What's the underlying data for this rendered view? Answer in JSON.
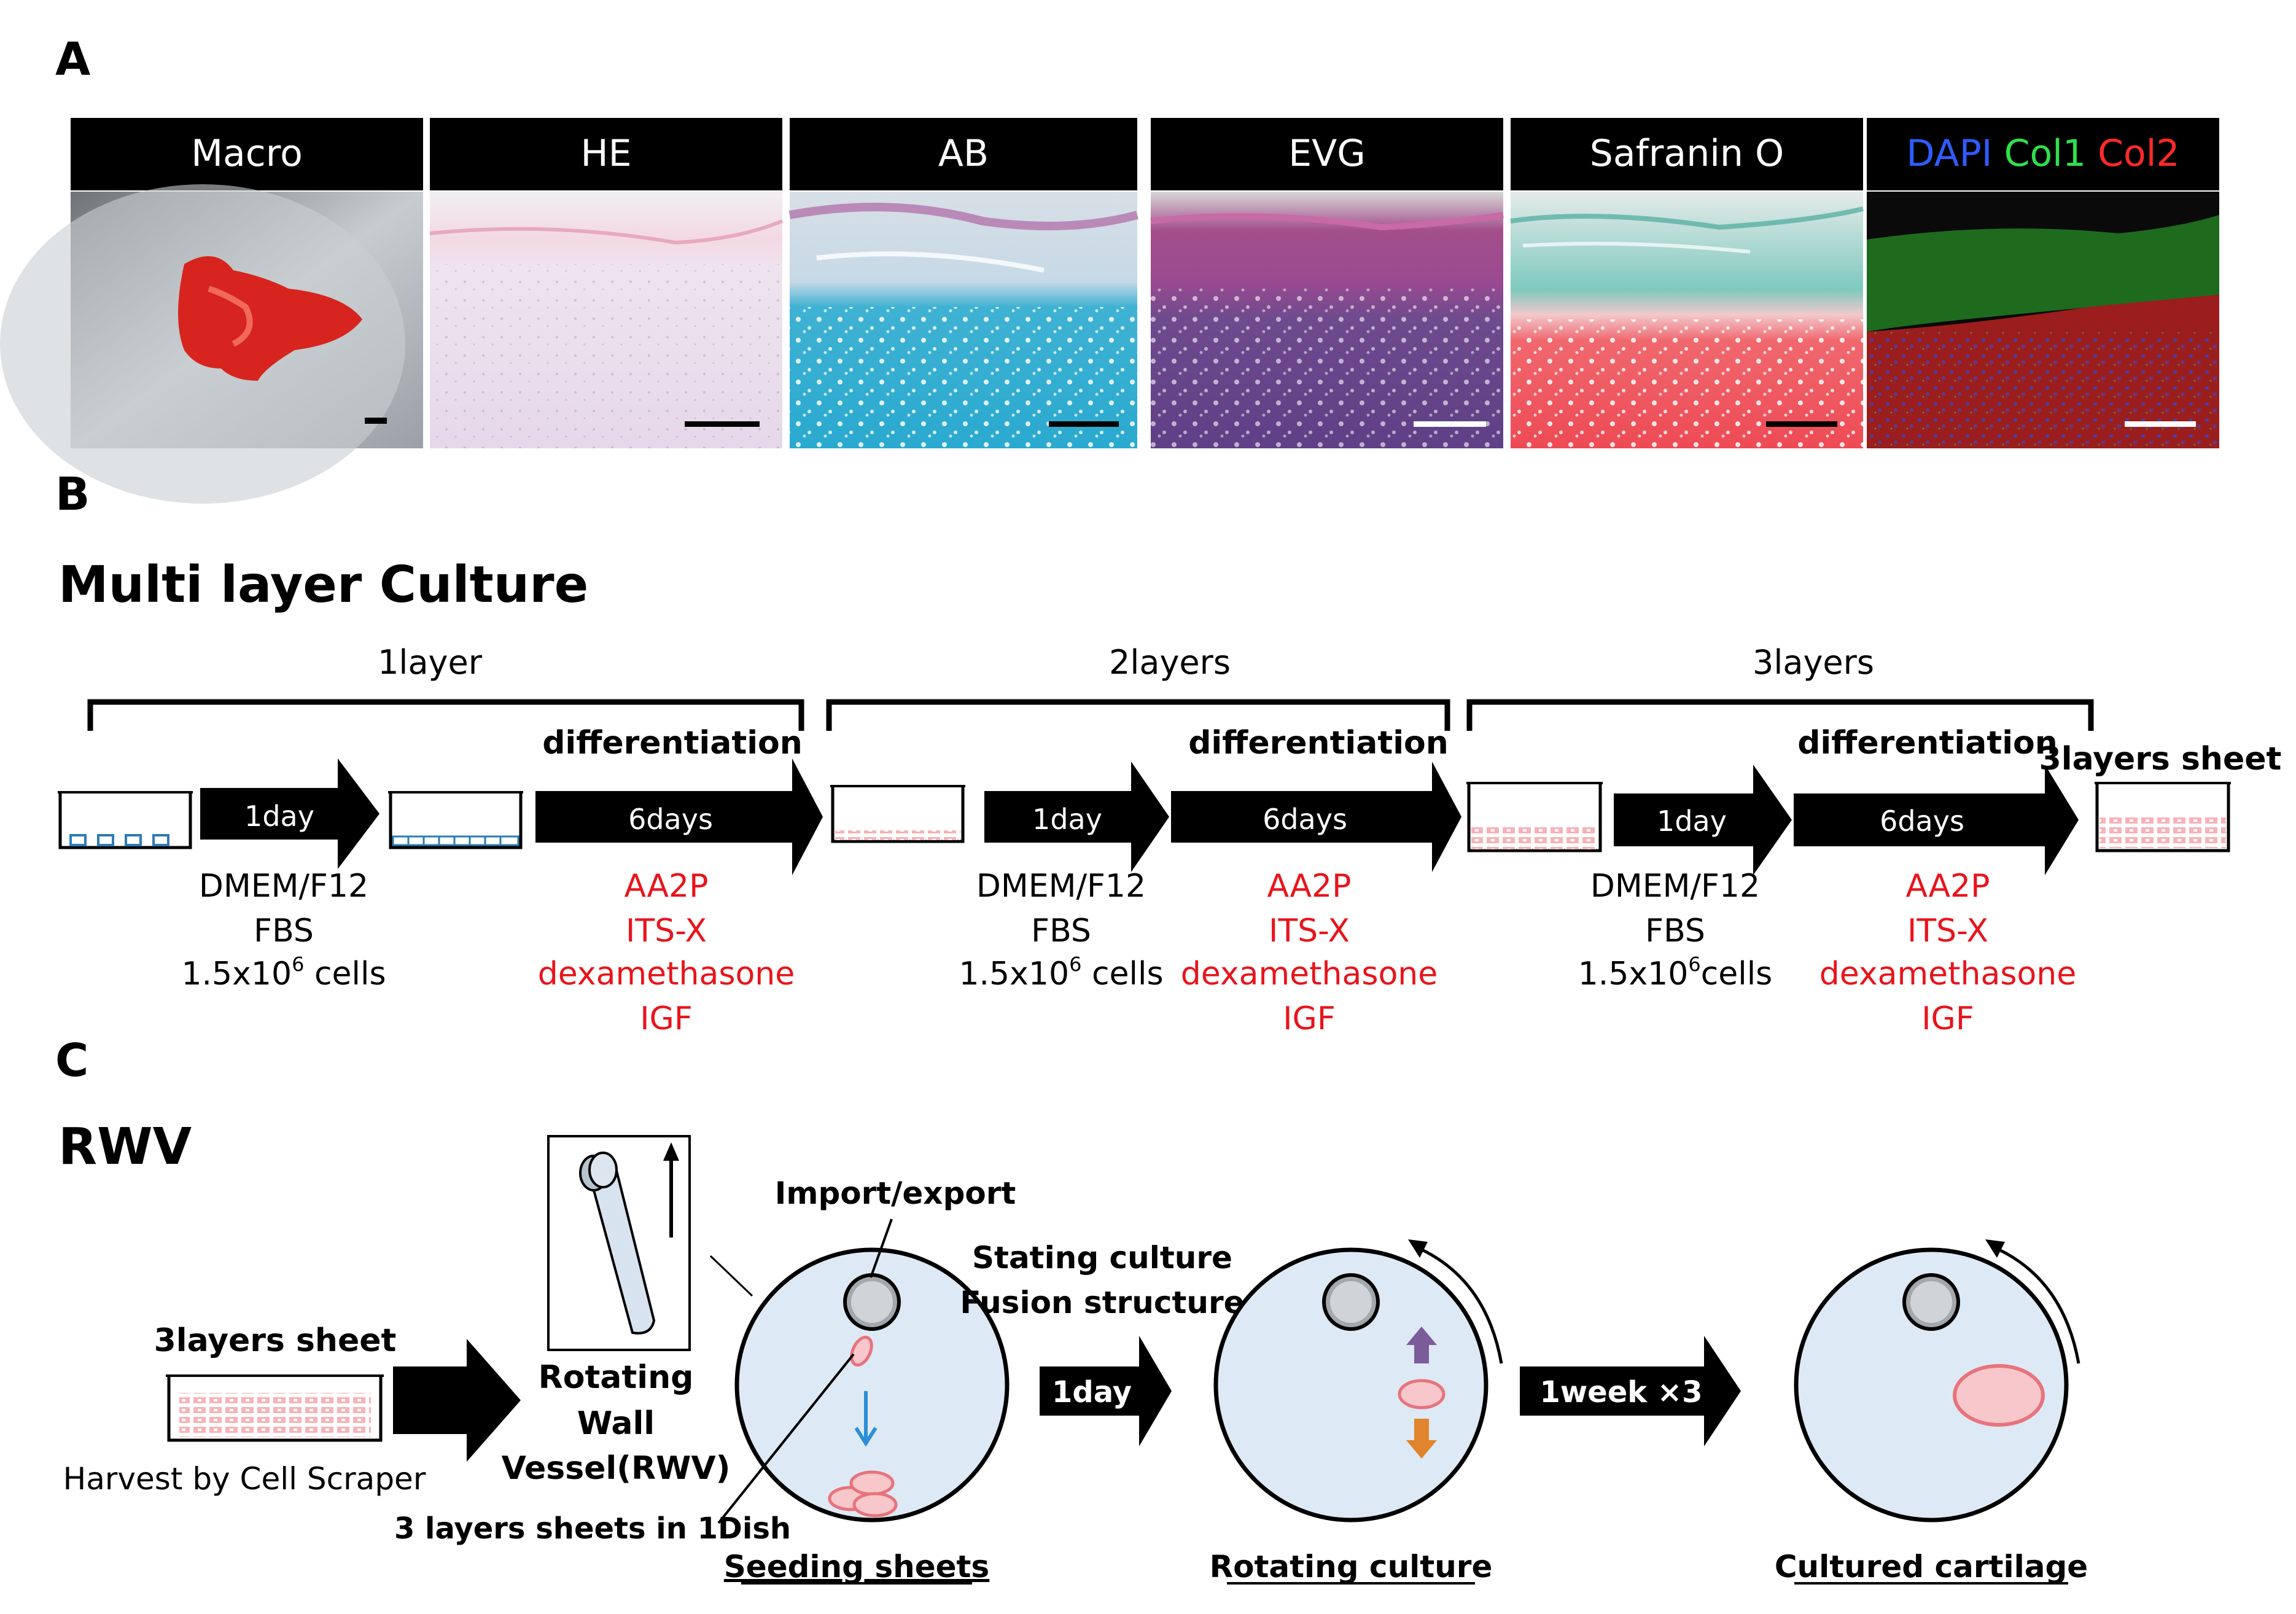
{
  "panel_a": {
    "label": "A",
    "headers": [
      "Macro",
      "HE",
      "AB",
      "EVG",
      "Safranin O"
    ],
    "fluor_header": {
      "dapi": "DAPI",
      "col1": "Col1",
      "col2": "Col2"
    }
  },
  "panel_b": {
    "label": "B",
    "title": "Multi layer Culture",
    "brackets": [
      "1layer",
      "2layers",
      "3layers"
    ],
    "differentiation": "differentiation",
    "arrow_short": "1day",
    "arrow_long": "6days",
    "medium": {
      "line1": "DMEM/F12",
      "line2": "FBS",
      "cells_a": "1.5x10",
      "cells_exp": "6",
      "cells_b": " cells",
      "cells_b3": "cells"
    },
    "factors": [
      "AA2P",
      "ITS-X",
      "dexamethasone",
      "IGF"
    ],
    "end_label": "3layers sheet"
  },
  "panel_c": {
    "label": "C",
    "title": "RWV",
    "sheet_label": "3layers sheet",
    "harvest": "Harvest by Cell Scraper",
    "rwv_lines": [
      "Rotating",
      "Wall",
      "Vessel(RWV)"
    ],
    "import_export": "Import/export",
    "sheets_in_dish": "3 layers sheets in 1Dish",
    "stating_culture": "Stating culture",
    "fusion_structure": "Fusion structure",
    "arrow_1day": "1day",
    "arrow_week": "1week ×3",
    "stage_labels": [
      "Seeding sheets",
      "Rotating culture",
      "Cultured cartilage"
    ]
  },
  "colors": {
    "red_text": "#e8141b",
    "blue_cell": "#2c7bb6",
    "pink_cell": "#f2a7ad",
    "dish_fill": "#dde9f5"
  }
}
